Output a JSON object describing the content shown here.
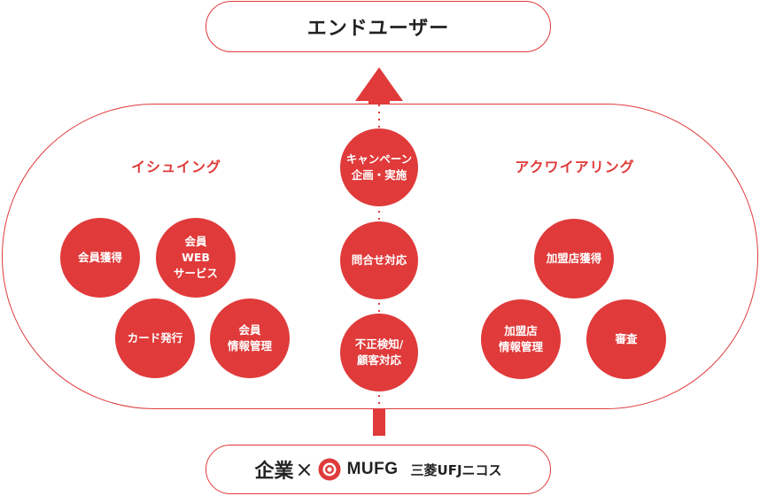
{
  "top": {
    "title": "エンドユーザー"
  },
  "sections": {
    "issuing": {
      "title": "イシュイング",
      "items": [
        "会員獲得",
        "会員\nWEB\nサービス",
        "カード発行",
        "会員\n情報管理"
      ]
    },
    "center": {
      "items": [
        "キャンペーン\n企画・実施",
        "問合せ対応",
        "不正検知/\n顧客対応"
      ]
    },
    "acquiring": {
      "title": "アクワイアリング",
      "items": [
        "加盟店獲得",
        "加盟店\n情報管理",
        "審査"
      ]
    }
  },
  "bottom": {
    "company": "企業",
    "times": "×",
    "mufg": "MUFG",
    "nicos": "三菱UFJニコス"
  },
  "colors": {
    "accent": "#e03a3a",
    "text": "#222222"
  }
}
